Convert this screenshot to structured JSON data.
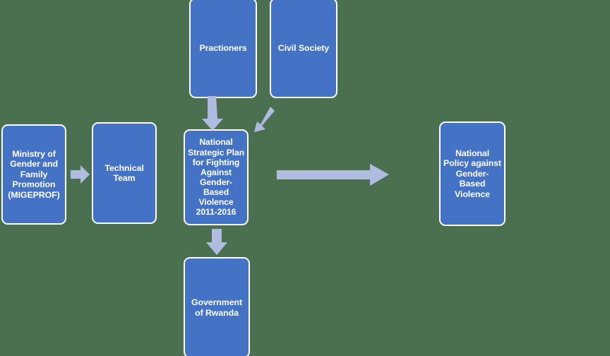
{
  "diagram": {
    "title": "National Strategic Plan for Fighting Against Gender-Based Violence process flow",
    "background_color": "#4a7050",
    "node_fill_color": "#4472C4",
    "node_border_color": "#FFFFFF",
    "node_text_color": "#FFFFFF",
    "arrow_color": "#B0BCDF",
    "nodes": [
      {
        "id": "migeprof",
        "label": "Ministry of\nGender and\nFamily\nPromotion\n(MIGEPROF)"
      },
      {
        "id": "technical",
        "label": "Technical\nTeam"
      },
      {
        "id": "nsp",
        "label": "National\nStrategic Plan\nfor Fighting\nAgainst\nGender-\nBased\nViolence\n2011-2016"
      },
      {
        "id": "practioners",
        "label": "Practioners"
      },
      {
        "id": "civil",
        "label": "Civil Society"
      },
      {
        "id": "policy",
        "label": "National\nPolicy against\nGender-\nBased\nViolence"
      },
      {
        "id": "govt",
        "label": "Government\nof Rwanda"
      }
    ],
    "arrows": [
      {
        "id": "migeprof-technical",
        "from": "migeprof",
        "to": "technical",
        "direction": "right"
      },
      {
        "id": "practioners-nsp",
        "from": "practioners",
        "to": "nsp",
        "direction": "down"
      },
      {
        "id": "civil-nsp",
        "from": "civil",
        "to": "nsp",
        "direction": "down-left"
      },
      {
        "id": "nsp-policy",
        "from": "nsp",
        "to": "policy",
        "direction": "right"
      },
      {
        "id": "nsp-govt",
        "from": "nsp",
        "to": "govt",
        "direction": "down"
      }
    ]
  }
}
